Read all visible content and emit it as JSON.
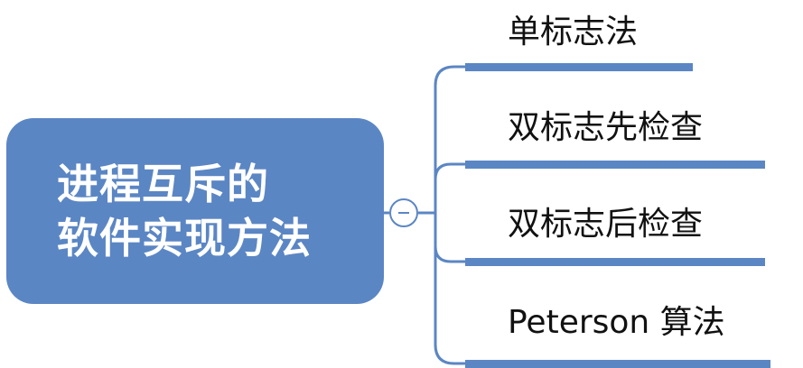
{
  "root": {
    "lines": [
      "进程互斥的",
      "软件实现方法"
    ]
  },
  "toggle": {
    "icon": "minus-icon"
  },
  "branches": [
    {
      "label": "单标志法"
    },
    {
      "label": "双标志先检查"
    },
    {
      "label": "双标志后检查"
    },
    {
      "label": "Peterson 算法"
    }
  ],
  "colors": {
    "accent": "#5b86c4",
    "root_text": "#ffffff",
    "branch_text": "#111111",
    "background": "#ffffff"
  }
}
